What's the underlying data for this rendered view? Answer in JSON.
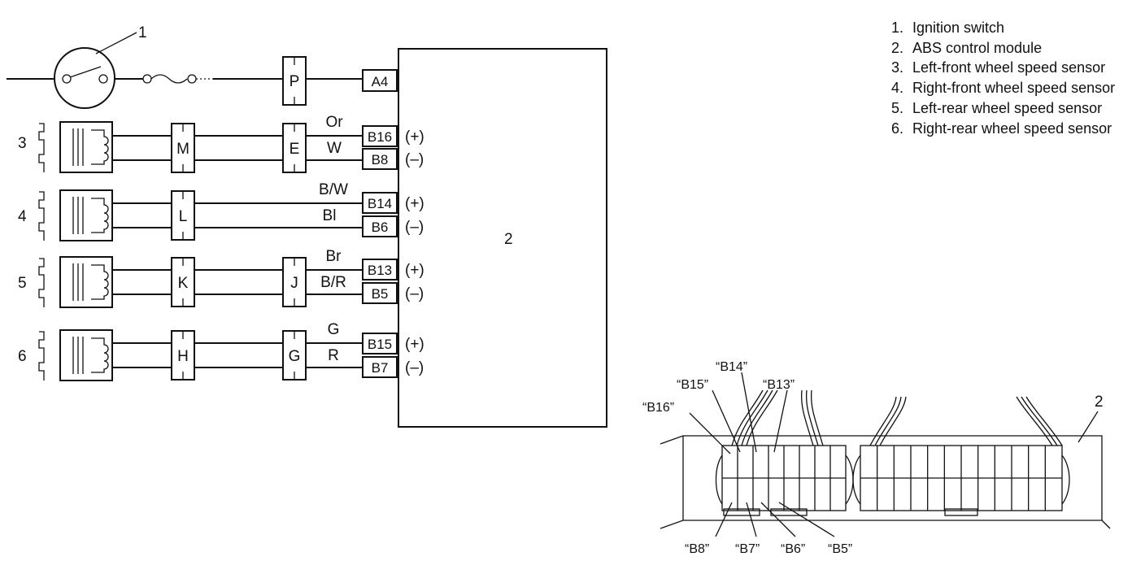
{
  "legend": [
    {
      "num": "1.",
      "text": "Ignition switch"
    },
    {
      "num": "2.",
      "text": "ABS control module"
    },
    {
      "num": "3.",
      "text": "Left-front wheel speed sensor"
    },
    {
      "num": "4.",
      "text": "Right-front wheel speed sensor"
    },
    {
      "num": "5.",
      "text": "Left-rear wheel speed sensor"
    },
    {
      "num": "6.",
      "text": "Right-rear wheel speed sensor"
    }
  ],
  "callouts": {
    "ignition": "1",
    "module": "2",
    "sensor_lf": "3",
    "sensor_rf": "4",
    "sensor_lr": "5",
    "sensor_rr": "6",
    "module_view": "2"
  },
  "connectors": {
    "p": "P",
    "e": "E",
    "m": "M",
    "l": "L",
    "k": "K",
    "j": "J",
    "h": "H",
    "g": "G"
  },
  "terminals": {
    "a4": "A4",
    "b16": "B16",
    "b8": "B8",
    "b14": "B14",
    "b6": "B6",
    "b13": "B13",
    "b5": "B5",
    "b15": "B15",
    "b7": "B7"
  },
  "polarity": {
    "plus": "(+)",
    "minus": "(–)"
  },
  "wires": {
    "b16": "Or",
    "b8": "W",
    "b14": "B/W",
    "b6": "Bl",
    "b13": "Br",
    "b5": "B/R",
    "b15": "G",
    "b7": "R"
  },
  "view_labels": {
    "b14": "“B14”",
    "b15": "“B15”",
    "b13": "“B13”",
    "b16": "“B16”",
    "b8": "“B8”",
    "b7": "“B7”",
    "b6": "“B6”",
    "b5": "“B5”"
  }
}
